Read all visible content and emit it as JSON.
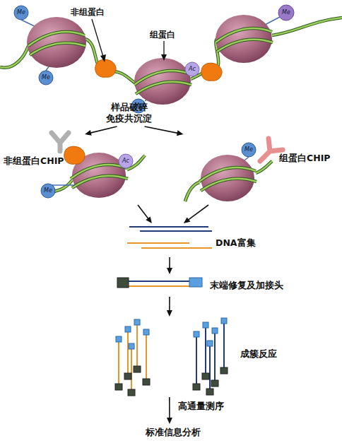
{
  "diagram": {
    "nodes": [
      {
        "text": [
          "样品破碎 免疫共沉淀"
        ]
      },
      {
        "text": [
          "非组蛋白CHIP"
        ]
      },
      {
        "text": [
          "组蛋白CHIP"
        ]
      },
      {
        "text": [
          "DNA富集"
        ]
      },
      {
        "text": [
          "末端修复及加接头"
        ]
      },
      {
        "text": [
          "成簇反应"
        ]
      },
      {
        "text": [
          "标准信息分析"
        ]
      }
    ],
    "edges": [
      {
        "from": 0,
        "to": 1,
        "arrow": "to"
      },
      {
        "from": 0,
        "to": 2,
        "arrow": "to"
      },
      {
        "from": 1,
        "to": 3,
        "arrow": "to"
      },
      {
        "from": 2,
        "to": 3,
        "arrow": "to"
      },
      {
        "from": 3,
        "to": 4,
        "arrow": "to"
      },
      {
        "from": 4,
        "to": 5,
        "arrow": "to"
      },
      {
        "from": 5,
        "to": 6,
        "label": "高通量测序",
        "arrow": "to"
      }
    ],
    "labels": [
      "非组蛋白",
      "Me",
      "组蛋白",
      "Me",
      "Me",
      "Ac",
      "Me",
      "Ac",
      "Me",
      "Me"
    ]
  }
}
